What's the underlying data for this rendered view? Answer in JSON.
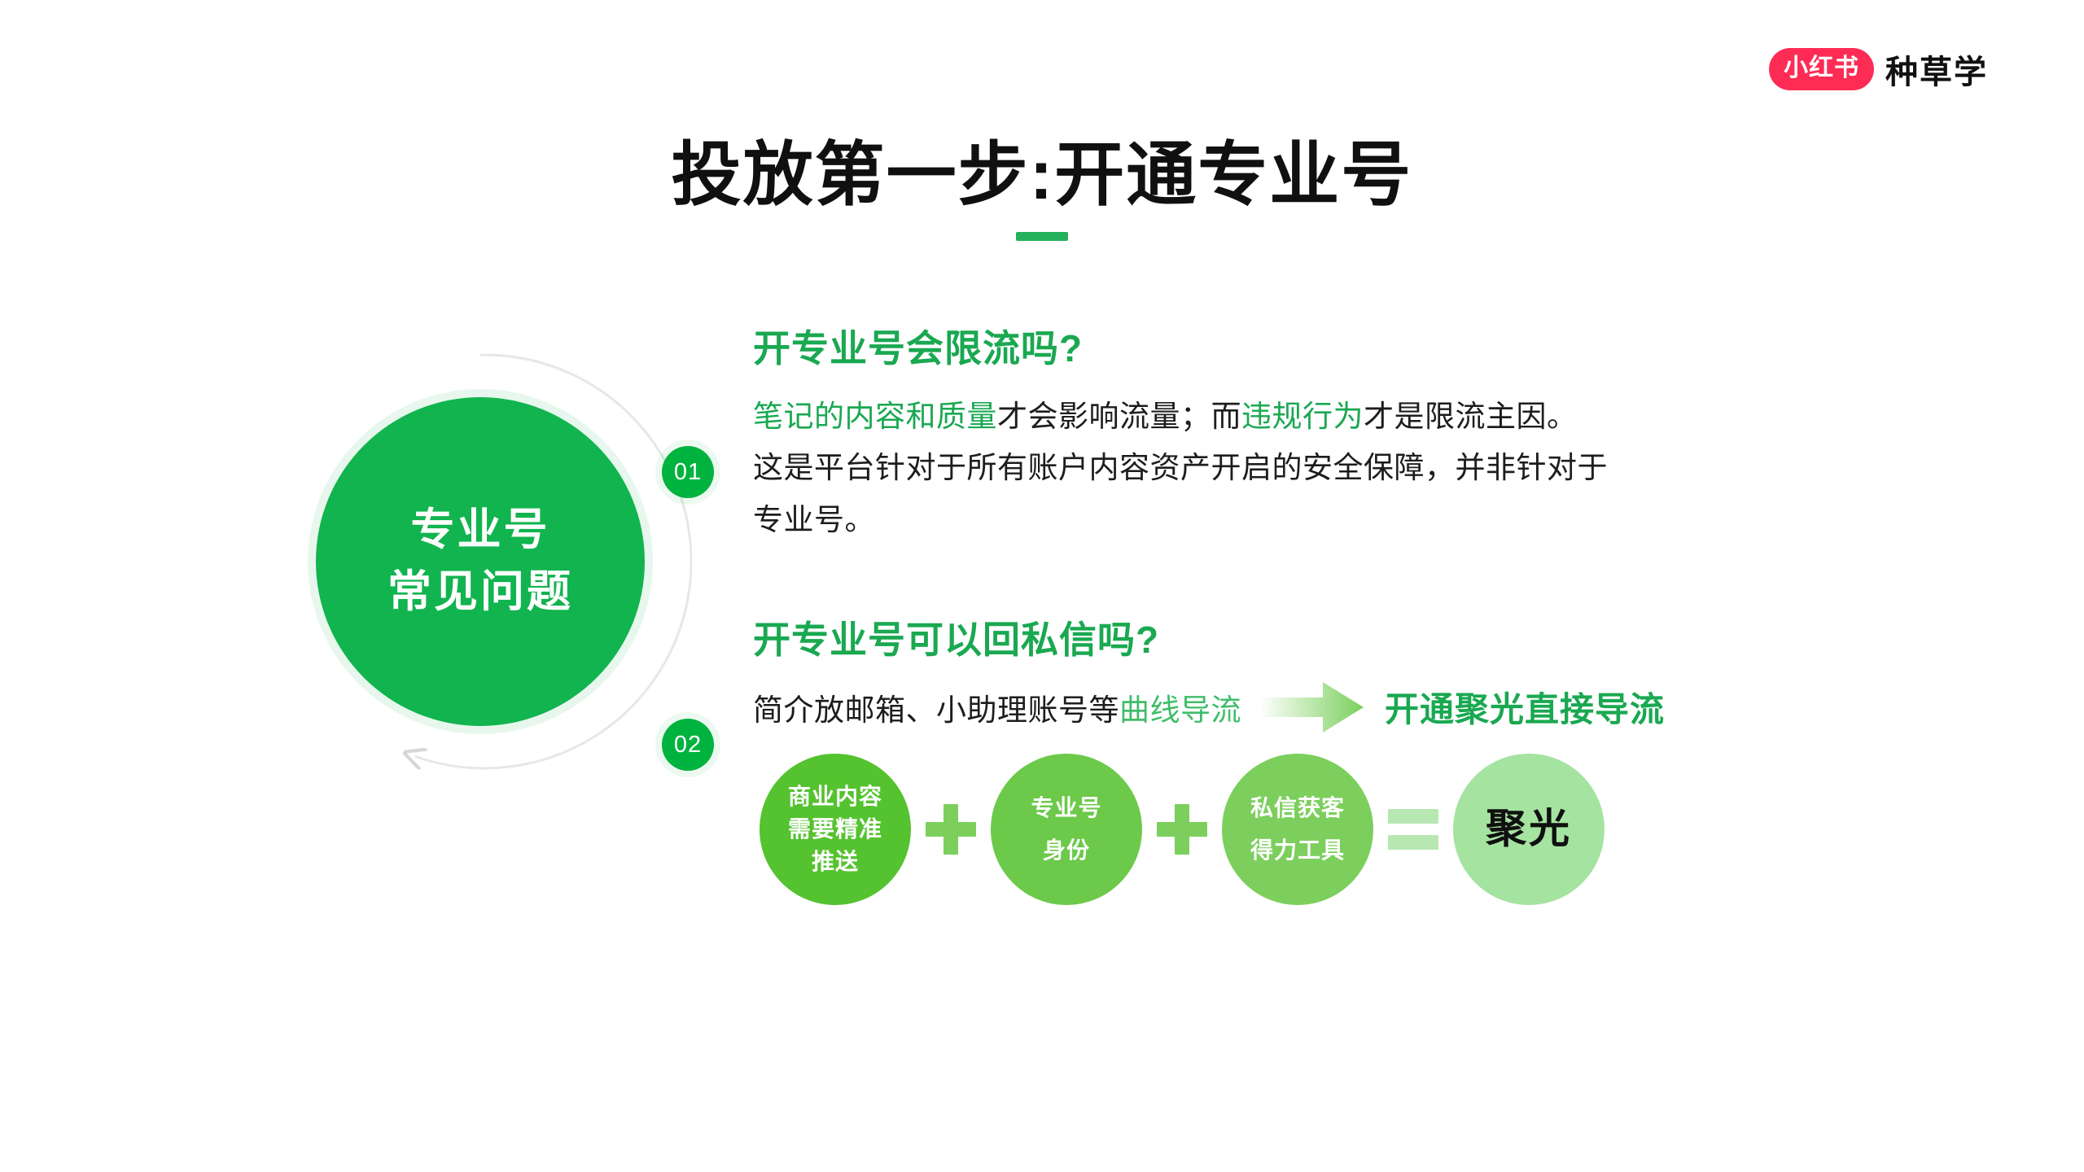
{
  "brand": {
    "badge_text": "小红书",
    "word": "种草学",
    "badge_color": "#fe2c55"
  },
  "title": {
    "text": "投放第一步:开通专业号",
    "rule_color": "#25b15c"
  },
  "hub": {
    "line1": "专业号",
    "line2": "常见问题",
    "circle_color": "#11b44e",
    "ring_color": "#e6e6e6"
  },
  "steps": [
    {
      "number": "01"
    },
    {
      "number": "02"
    }
  ],
  "qa": [
    {
      "heading": "开专业号会限流吗?",
      "body_parts": [
        {
          "text": "笔记的内容和质量",
          "highlight": true
        },
        {
          "text": "才会影响流量；而",
          "highlight": false
        },
        {
          "text": "违规行为",
          "highlight": true
        },
        {
          "text": "才是限流主因。",
          "highlight": false
        }
      ],
      "line2": "这是平台针对于所有账户内容资产开启的安全保障，并非针对于",
      "line3": "专业号。"
    },
    {
      "heading": "开专业号可以回私信吗?",
      "flow_left_plain": "简介放邮箱、小助理账号等",
      "flow_left_highlight": "曲线导流",
      "flow_arrow_icon": "arrow-right-icon",
      "flow_right": "开通聚光直接导流"
    }
  ],
  "formula": {
    "bubbles": [
      {
        "lines": [
          "商业内容",
          "需要精准",
          "推送"
        ],
        "color": "#55c22f"
      },
      {
        "lines": [
          "专业号",
          "身份"
        ],
        "color": "#6cc94a"
      },
      {
        "lines": [
          "私信获客",
          "得力工具"
        ],
        "color": "#7ccf5c"
      },
      {
        "lines": [
          "聚光"
        ],
        "color": "#a5e3a0"
      }
    ],
    "operators": [
      "plus",
      "plus",
      "equals"
    ]
  },
  "accent": {
    "green_dark": "#11b44e",
    "green_heading": "#1aa851",
    "green_mid": "#7ccf5c",
    "green_light": "#a5e3a0"
  }
}
